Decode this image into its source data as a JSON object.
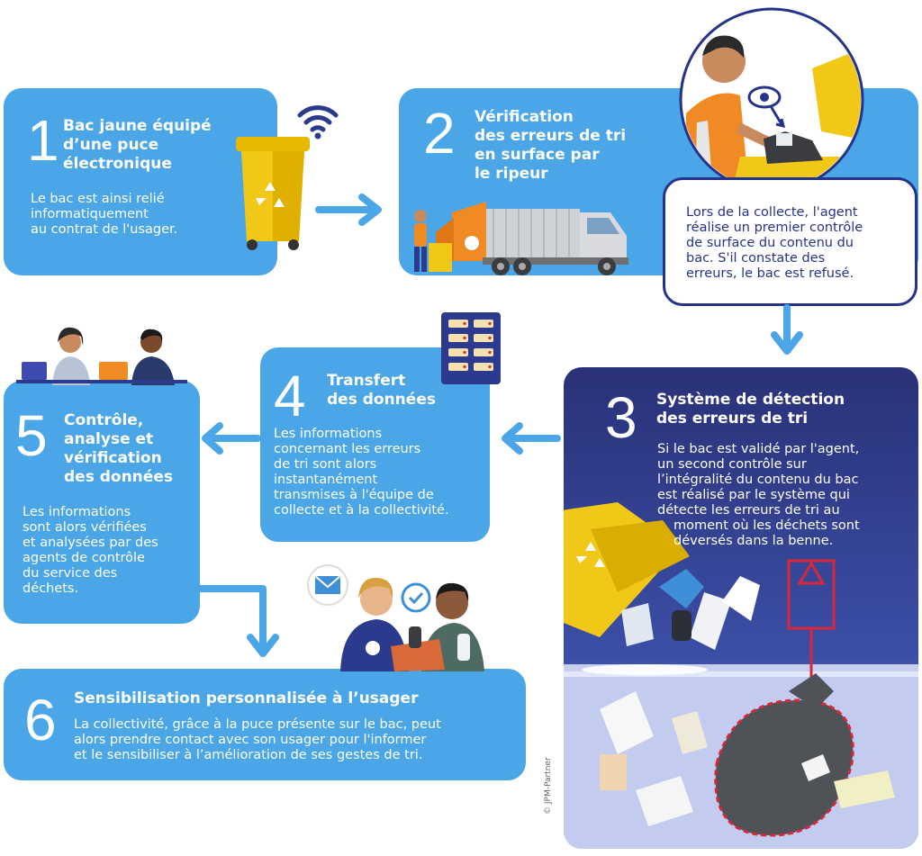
{
  "step1": {
    "number": "1",
    "title_lines": [
      "Bac jaune équipé",
      "d’une puce",
      "électronique"
    ],
    "text_lines": [
      "Le bac est ainsi relié",
      "informatiquement",
      "au contrat de l'usager."
    ]
  },
  "step2": {
    "number": "2",
    "title_lines": [
      "Vérification",
      "des erreurs de tri",
      "en surface par",
      "le ripeur"
    ],
    "callout_lines": [
      "Lors de la collecte, l'agent",
      "réalise un premier contrôle",
      "de surface du contenu du",
      "bac. S'il constate des",
      "erreurs, le bac est refusé."
    ]
  },
  "step3": {
    "number": "3",
    "title_lines": [
      "Système de détection",
      "des erreurs de tri"
    ],
    "text_lines": [
      "Si le bac est validé par l'agent,",
      "un second contrôle sur",
      "l’intégralité du contenu du bac",
      "est réalisé par le système qui",
      "détecte les erreurs de tri au",
      "moment où les déchets sont",
      "déversés dans la benne."
    ]
  },
  "step4": {
    "number": "4",
    "title_lines": [
      "Transfert",
      "des données"
    ],
    "text_lines": [
      "Les informations",
      "concernant les erreurs",
      "de tri sont alors",
      "instantanément",
      "transmises à l'équipe de",
      "collecte et à la collectivité."
    ]
  },
  "step5": {
    "number": "5",
    "title_lines": [
      "Contrôle,",
      "analyse et",
      "vérification",
      "des données"
    ],
    "text_lines": [
      "Les informations",
      "sont alors vérifiées",
      "et analysées par des",
      "agents de contrôle",
      "du service des",
      "déchets."
    ]
  },
  "step6": {
    "number": "6",
    "title": "Sensibilisation personnalisée à l’usager",
    "text_lines": [
      "La collectivité, grâce à la puce présente sur le bac, peut",
      "alors prendre contact avec son usager pour l'informer",
      "et le sensibiliser à l’amélioration de ses gestes de tri."
    ]
  },
  "credit": "© JPM-Partner",
  "colors": {
    "card": "#4aa6e6",
    "navy": "#2b3a8c",
    "yellow": "#f2c818",
    "outline": "#26338a",
    "alert": "#d8263a"
  }
}
